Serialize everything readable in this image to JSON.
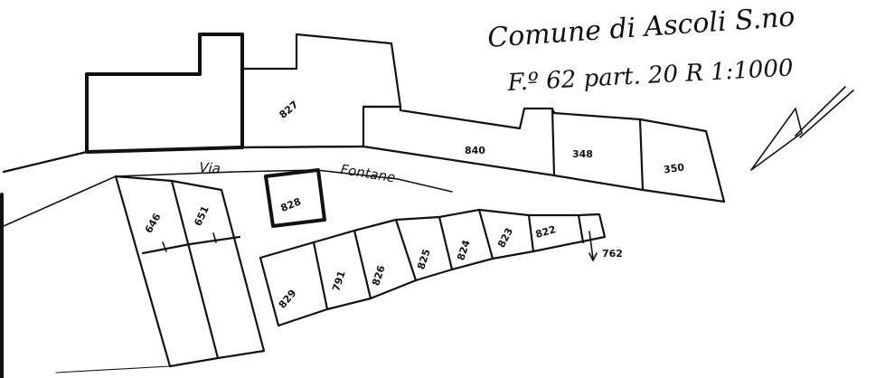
{
  "title": {
    "line1": "Comune di Ascoli S.no",
    "line2": "F.º 62  part. 20  R 1:1000"
  },
  "street": {
    "word1": "Via",
    "word2": "Fontane"
  },
  "parcels": {
    "p827": "827",
    "p840": "840",
    "p348": "348",
    "p350": "350",
    "p828": "828",
    "p646": "646",
    "p651": "651",
    "p829": "829",
    "p791": "791",
    "p826": "826",
    "p825": "825",
    "p824": "824",
    "p823": "823",
    "p822": "822",
    "p762": "762"
  }
}
